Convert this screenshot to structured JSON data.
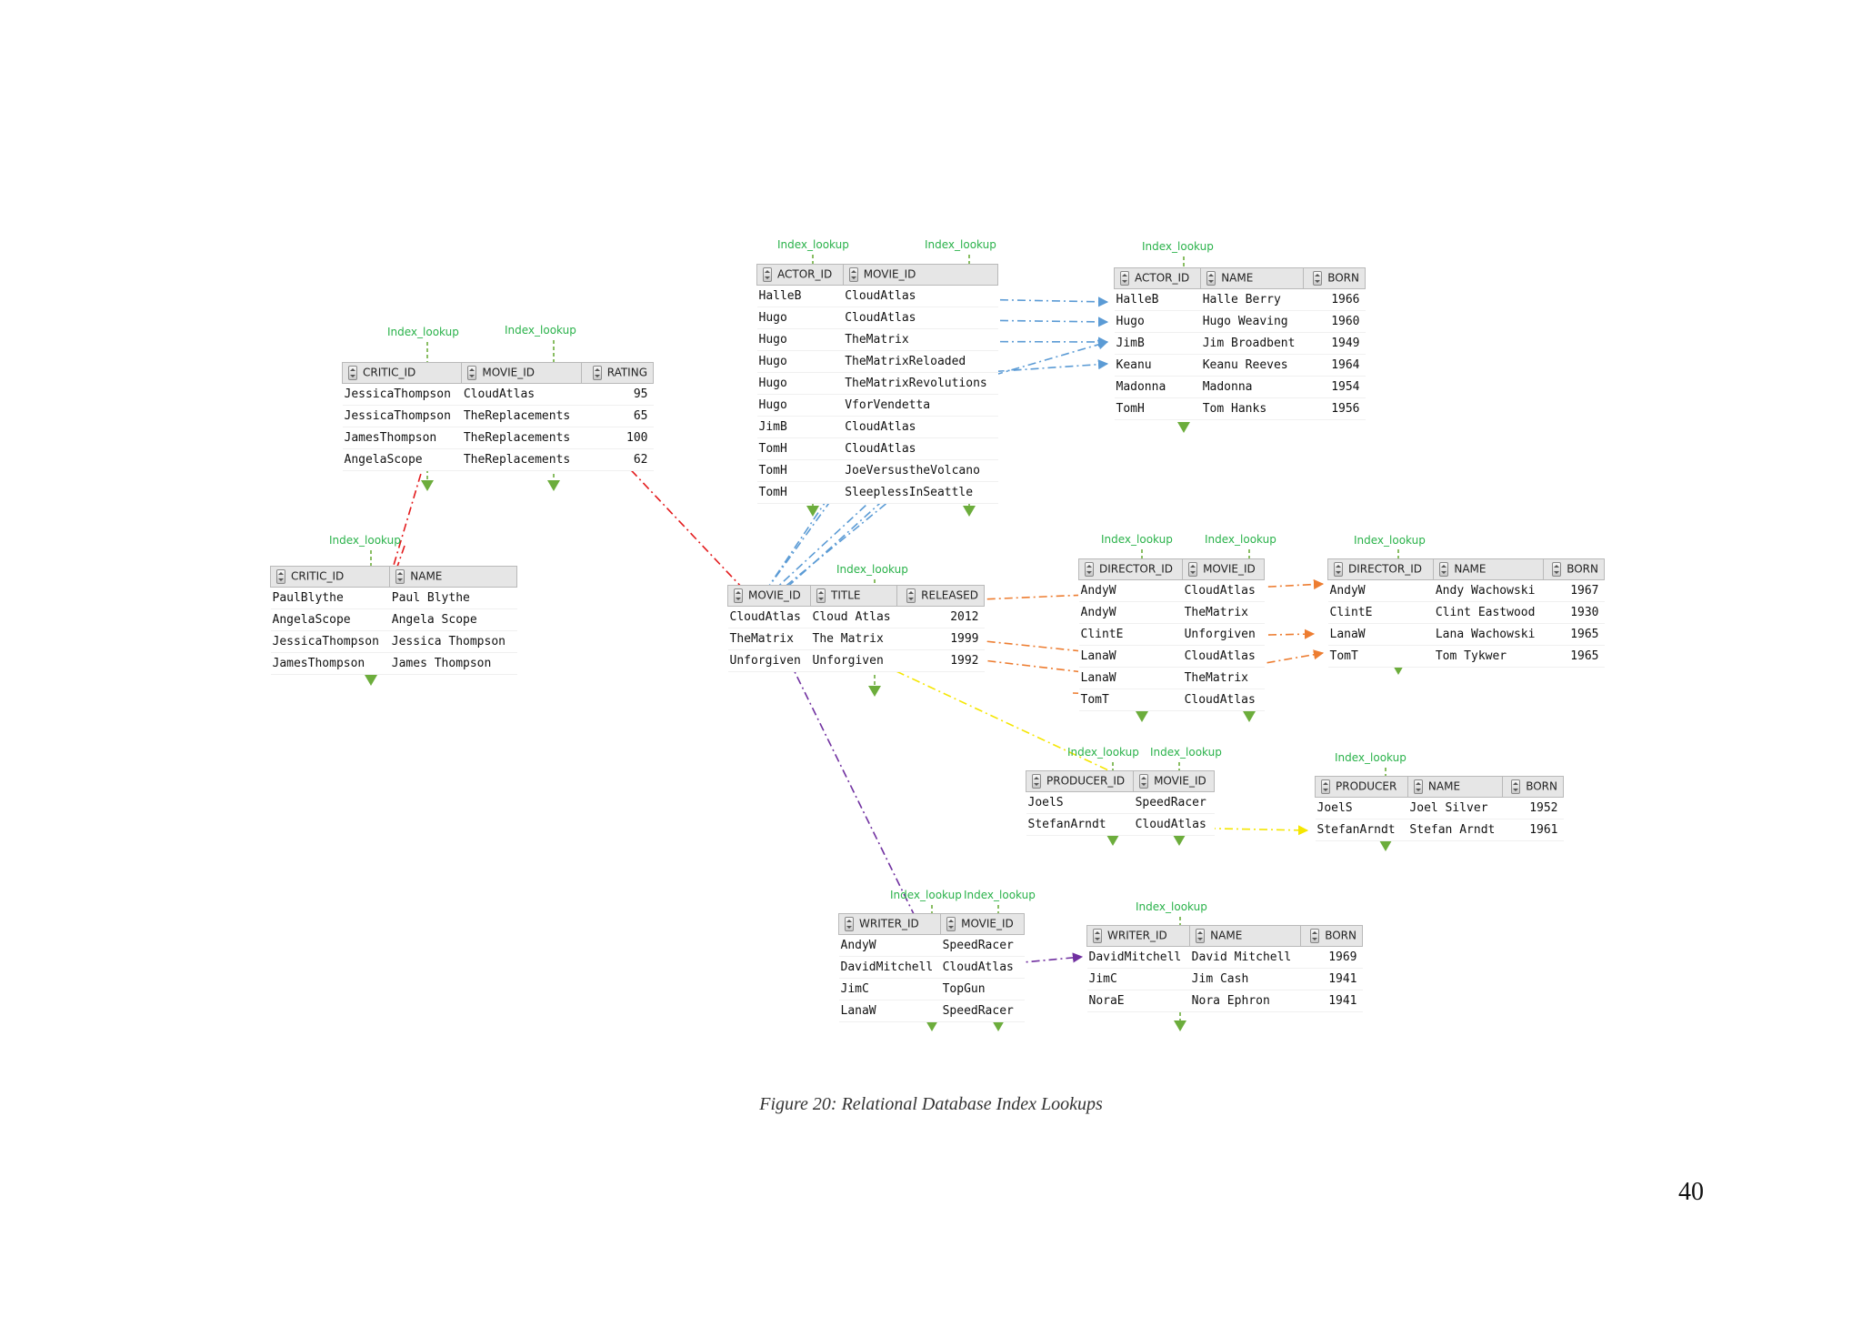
{
  "index_label": "Index_lookup",
  "colors": {
    "green": "#6cad3c",
    "blue": "#5b9bd5",
    "red": "#e31a1c",
    "orange": "#ed7d31",
    "yellow": "#f5e600",
    "purple": "#7030a0"
  },
  "tables": {
    "actor_movie": {
      "headers": [
        "ACTOR_ID",
        "MOVIE_ID"
      ],
      "rows": [
        [
          "HalleB",
          "CloudAtlas"
        ],
        [
          "Hugo",
          "CloudAtlas"
        ],
        [
          "Hugo",
          "TheMatrix"
        ],
        [
          "Hugo",
          "TheMatrixReloaded"
        ],
        [
          "Hugo",
          "TheMatrixRevolutions"
        ],
        [
          "Hugo",
          "VforVendetta"
        ],
        [
          "JimB",
          "CloudAtlas"
        ],
        [
          "TomH",
          "CloudAtlas"
        ],
        [
          "TomH",
          "JoeVersustheVolcano"
        ],
        [
          "TomH",
          "SleeplessInSeattle"
        ]
      ]
    },
    "actor": {
      "headers": [
        "ACTOR_ID",
        "NAME",
        "BORN"
      ],
      "rows": [
        [
          "HalleB",
          "Halle Berry",
          "1966"
        ],
        [
          "Hugo",
          "Hugo Weaving",
          "1960"
        ],
        [
          "JimB",
          "Jim Broadbent",
          "1949"
        ],
        [
          "Keanu",
          "Keanu Reeves",
          "1964"
        ],
        [
          "Madonna",
          "Madonna",
          "1954"
        ],
        [
          "TomH",
          "Tom Hanks",
          "1956"
        ]
      ]
    },
    "critic_movie": {
      "headers": [
        "CRITIC_ID",
        "MOVIE_ID",
        "RATING"
      ],
      "rows": [
        [
          "JessicaThompson",
          "CloudAtlas",
          "95"
        ],
        [
          "JessicaThompson",
          "TheReplacements",
          "65"
        ],
        [
          "JamesThompson",
          "TheReplacements",
          "100"
        ],
        [
          "AngelaScope",
          "TheReplacements",
          "62"
        ]
      ]
    },
    "critic": {
      "headers": [
        "CRITIC_ID",
        "NAME"
      ],
      "rows": [
        [
          "PaulBlythe",
          "Paul Blythe"
        ],
        [
          "AngelaScope",
          "Angela Scope"
        ],
        [
          "JessicaThompson",
          "Jessica Thompson"
        ],
        [
          "JamesThompson",
          "James Thompson"
        ]
      ]
    },
    "movie": {
      "headers": [
        "MOVIE_ID",
        "TITLE",
        "RELEASED"
      ],
      "rows": [
        [
          "CloudAtlas",
          "Cloud Atlas",
          "2012"
        ],
        [
          "TheMatrix",
          "The Matrix",
          "1999"
        ],
        [
          "Unforgiven",
          "Unforgiven",
          "1992"
        ]
      ]
    },
    "director_movie": {
      "headers": [
        "DIRECTOR_ID",
        "MOVIE_ID"
      ],
      "rows": [
        [
          "AndyW",
          "CloudAtlas"
        ],
        [
          "AndyW",
          "TheMatrix"
        ],
        [
          "ClintE",
          "Unforgiven"
        ],
        [
          "LanaW",
          "CloudAtlas"
        ],
        [
          "LanaW",
          "TheMatrix"
        ],
        [
          "TomT",
          "CloudAtlas"
        ]
      ]
    },
    "director": {
      "headers": [
        "DIRECTOR_ID",
        "NAME",
        "BORN"
      ],
      "rows": [
        [
          "AndyW",
          "Andy Wachowski",
          "1967"
        ],
        [
          "ClintE",
          "Clint Eastwood",
          "1930"
        ],
        [
          "LanaW",
          "Lana Wachowski",
          "1965"
        ],
        [
          "TomT",
          "Tom Tykwer",
          "1965"
        ]
      ]
    },
    "producer_movie": {
      "headers": [
        "PRODUCER_ID",
        "MOVIE_ID"
      ],
      "rows": [
        [
          "JoelS",
          "SpeedRacer"
        ],
        [
          "StefanArndt",
          "CloudAtlas"
        ]
      ]
    },
    "producer": {
      "headers": [
        "PRODUCER",
        "NAME",
        "BORN"
      ],
      "rows": [
        [
          "JoelS",
          "Joel Silver",
          "1952"
        ],
        [
          "StefanArndt",
          "Stefan Arndt",
          "1961"
        ]
      ]
    },
    "writer_movie": {
      "headers": [
        "WRITER_ID",
        "MOVIE_ID"
      ],
      "rows": [
        [
          "AndyW",
          "SpeedRacer"
        ],
        [
          "DavidMitchell",
          "CloudAtlas"
        ],
        [
          "JimC",
          "TopGun"
        ],
        [
          "LanaW",
          "SpeedRacer"
        ]
      ]
    },
    "writer": {
      "headers": [
        "WRITER_ID",
        "NAME",
        "BORN"
      ],
      "rows": [
        [
          "DavidMitchell",
          "David Mitchell",
          "1969"
        ],
        [
          "JimC",
          "Jim Cash",
          "1941"
        ],
        [
          "NoraE",
          "Nora Ephron",
          "1941"
        ]
      ]
    }
  },
  "caption": "Figure 20: Relational Database Index Lookups",
  "page_number": "40"
}
